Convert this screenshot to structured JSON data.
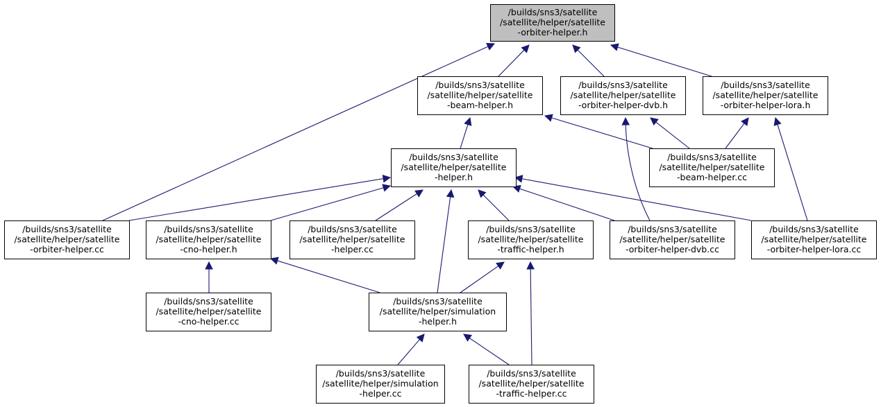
{
  "graph": {
    "colors": {
      "edge": "#191970",
      "root_fill": "#bfbfbf",
      "node_fill": "#ffffff",
      "border": "#000000"
    },
    "nodes": [
      {
        "id": "orbiter_h",
        "lines": [
          "/builds/sns3/satellite",
          "/satellite/helper/satellite",
          "-orbiter-helper.h"
        ],
        "root": true
      },
      {
        "id": "beam_h",
        "lines": [
          "/builds/sns3/satellite",
          "/satellite/helper/satellite",
          "-beam-helper.h"
        ]
      },
      {
        "id": "dvb_h",
        "lines": [
          "/builds/sns3/satellite",
          "/satellite/helper/satellite",
          "-orbiter-helper-dvb.h"
        ]
      },
      {
        "id": "lora_h",
        "lines": [
          "/builds/sns3/satellite",
          "/satellite/helper/satellite",
          "-orbiter-helper-lora.h"
        ]
      },
      {
        "id": "helper_h",
        "lines": [
          "/builds/sns3/satellite",
          "/satellite/helper/satellite",
          "-helper.h"
        ]
      },
      {
        "id": "beam_cc",
        "lines": [
          "/builds/sns3/satellite",
          "/satellite/helper/satellite",
          "-beam-helper.cc"
        ]
      },
      {
        "id": "orbiter_cc",
        "lines": [
          "/builds/sns3/satellite",
          "/satellite/helper/satellite",
          "-orbiter-helper.cc"
        ]
      },
      {
        "id": "cno_h",
        "lines": [
          "/builds/sns3/satellite",
          "/satellite/helper/satellite",
          "-cno-helper.h"
        ]
      },
      {
        "id": "helper_cc",
        "lines": [
          "/builds/sns3/satellite",
          "/satellite/helper/satellite",
          "-helper.cc"
        ]
      },
      {
        "id": "traffic_h",
        "lines": [
          "/builds/sns3/satellite",
          "/satellite/helper/satellite",
          "-traffic-helper.h"
        ]
      },
      {
        "id": "dvb_cc",
        "lines": [
          "/builds/sns3/satellite",
          "/satellite/helper/satellite",
          "-orbiter-helper-dvb.cc"
        ]
      },
      {
        "id": "lora_cc",
        "lines": [
          "/builds/sns3/satellite",
          "/satellite/helper/satellite",
          "-orbiter-helper-lora.cc"
        ]
      },
      {
        "id": "cno_cc",
        "lines": [
          "/builds/sns3/satellite",
          "/satellite/helper/satellite",
          "-cno-helper.cc"
        ]
      },
      {
        "id": "sim_h",
        "lines": [
          "/builds/sns3/satellite",
          "/satellite/helper/simulation",
          "-helper.h"
        ]
      },
      {
        "id": "sim_cc",
        "lines": [
          "/builds/sns3/satellite",
          "/satellite/helper/simulation",
          "-helper.cc"
        ]
      },
      {
        "id": "traffic_cc",
        "lines": [
          "/builds/sns3/satellite",
          "/satellite/helper/satellite",
          "-traffic-helper.cc"
        ]
      }
    ],
    "edges": [
      {
        "from": "beam_h",
        "to": "orbiter_h"
      },
      {
        "from": "dvb_h",
        "to": "orbiter_h"
      },
      {
        "from": "lora_h",
        "to": "orbiter_h"
      },
      {
        "from": "orbiter_cc",
        "to": "orbiter_h"
      },
      {
        "from": "helper_h",
        "to": "beam_h"
      },
      {
        "from": "beam_cc",
        "to": "beam_h"
      },
      {
        "from": "beam_cc",
        "to": "dvb_h"
      },
      {
        "from": "dvb_cc",
        "to": "dvb_h"
      },
      {
        "from": "beam_cc",
        "to": "lora_h"
      },
      {
        "from": "lora_cc",
        "to": "lora_h"
      },
      {
        "from": "orbiter_cc",
        "to": "helper_h"
      },
      {
        "from": "cno_h",
        "to": "helper_h"
      },
      {
        "from": "helper_cc",
        "to": "helper_h"
      },
      {
        "from": "traffic_h",
        "to": "helper_h"
      },
      {
        "from": "dvb_cc",
        "to": "helper_h"
      },
      {
        "from": "lora_cc",
        "to": "helper_h"
      },
      {
        "from": "sim_h",
        "to": "helper_h"
      },
      {
        "from": "cno_cc",
        "to": "cno_h"
      },
      {
        "from": "sim_h",
        "to": "cno_h"
      },
      {
        "from": "sim_h",
        "to": "traffic_h"
      },
      {
        "from": "traffic_cc",
        "to": "traffic_h"
      },
      {
        "from": "sim_cc",
        "to": "sim_h"
      },
      {
        "from": "traffic_cc",
        "to": "sim_h"
      }
    ]
  }
}
